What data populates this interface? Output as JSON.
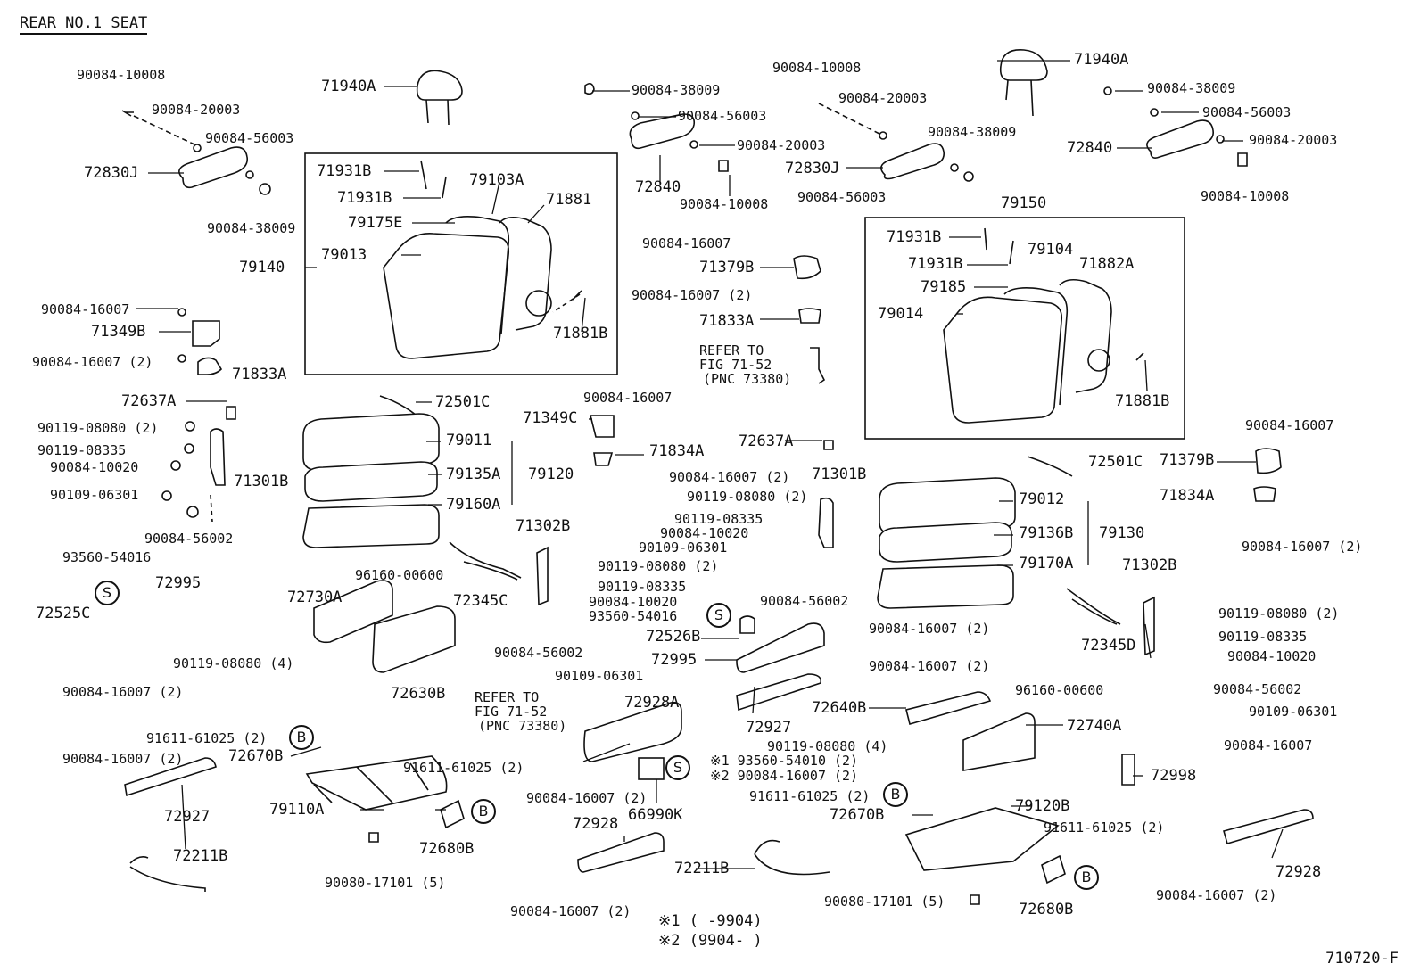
{
  "title": "REAR NO.1 SEAT",
  "figure_id": "710720-F",
  "notes": [
    "※1 (     -9904)",
    "※2 (9904-     )"
  ],
  "labels": {
    "p90084_10008_a": "90084-10008",
    "p90084_20003_a": "90084-20003",
    "p90084_56003_a": "90084-56003",
    "p72830J_a": "72830J",
    "p90084_38009_a": "90084-38009",
    "p71940A_a": "71940A",
    "p71931B_a1": "71931B",
    "p71931B_a2": "71931B",
    "p79103A": "79103A",
    "p71881": "71881",
    "p79175E": "79175E",
    "p79013": "79013",
    "p79140": "79140",
    "p71881B_a": "71881B",
    "p90084_38009_b": "90084-38009",
    "p90084_56003_b": "90084-56003",
    "p90084_20003_b": "90084-20003",
    "p72840_a": "72840",
    "p90084_10008_b": "90084-10008",
    "p90084_16007_a": "90084-16007",
    "p71379B_a": "71379B",
    "p90084_16007_2a": "90084-16007 (2)",
    "p71833A_a": "71833A",
    "refer_a1": "REFER TO",
    "refer_a2": "FIG 71-52",
    "refer_a3": "(PNC 73380)",
    "p90084_10008_c": "90084-10008",
    "p90084_20003_c": "90084-20003",
    "p90084_38009_c": "90084-38009",
    "p72830J_b": "72830J",
    "p90084_56003_c": "90084-56003",
    "p71940A_b": "71940A",
    "p90084_38009_d": "90084-38009",
    "p90084_56003_d": "90084-56003",
    "p72840_b": "72840",
    "p90084_20003_d": "90084-20003",
    "p90084_10008_d": "90084-10008",
    "p79150": "79150",
    "p71931B_b1": "71931B",
    "p79104": "79104",
    "p71931B_b2": "71931B",
    "p71882A": "71882A",
    "p79185": "79185",
    "p79014": "79014",
    "p71881B_b": "71881B",
    "p90084_16007_b": "90084-16007",
    "p71349B": "71349B",
    "p90084_16007_2b": "90084-16007 (2)",
    "p71833A_b": "71833A",
    "p72637A_a": "72637A",
    "p90119_08080_2a": "90119-08080 (2)",
    "p90119_08335_a": "90119-08335",
    "p90084_10020_a": "90084-10020",
    "p90109_06301_a": "90109-06301",
    "p71301B_a": "71301B",
    "p90084_56002_a": "90084-56002",
    "p72501C_a": "72501C",
    "p79011": "79011",
    "p79135A": "79135A",
    "p79120": "79120",
    "p79160A": "79160A",
    "p90084_16007_c": "90084-16007",
    "p71349C": "71349C",
    "p71834A_a": "71834A",
    "p90084_16007_2c": "90084-16007 (2)",
    "p72637A_b": "72637A",
    "p71301B_b": "71301B",
    "p90119_08080_2b": "90119-08080 (2)",
    "p90119_08335_b": "90119-08335",
    "p90084_10020_b": "90084-10020",
    "p90109_06301_b": "90109-06301",
    "p90084_56002_b": "90084-56002",
    "p72501C_b": "72501C",
    "p90084_16007_d": "90084-16007",
    "p71379B_b": "71379B",
    "p71834A_b": "71834A",
    "p90084_16007_2d": "90084-16007 (2)",
    "p79012": "79012",
    "p79136B": "79136B",
    "p79130": "79130",
    "p79170A": "79170A",
    "p93560_54016_a": "93560-54016",
    "p72995_a": "72995",
    "p72525C": "72525C",
    "p90119_08080_4a": "90119-08080 (4)",
    "p90084_16007_2e": "90084-16007 (2)",
    "p96160_00600_a": "96160-00600",
    "p72730A": "72730A",
    "p72630B": "72630B",
    "p71302B_a": "71302B",
    "p72345C": "72345C",
    "p90119_08080_2c": "90119-08080 (2)",
    "p90119_08335_c": "90119-08335",
    "p90084_10020_c": "90084-10020",
    "p93560_54016_b": "93560-54016",
    "p90084_56002_c": "90084-56002",
    "p90109_06301_c": "90109-06301",
    "p72526B": "72526B",
    "p72995_b": "72995",
    "p90084_16007_2f": "90084-16007 (2)",
    "p90084_16007_2g": "90084-16007 (2)",
    "p72927_a": "72927",
    "p71302B_b": "71302B",
    "p72345D": "72345D",
    "p90119_08080_2d": "90119-08080 (2)",
    "p90119_08335_d": "90119-08335",
    "p90084_10020_d": "90084-10020",
    "p90084_56002_d": "90084-56002",
    "p90109_06301_d": "90109-06301",
    "p96160_00600_b": "96160-00600",
    "p72640B": "72640B",
    "p72740A": "72740A",
    "p90119_08080_4b": "90119-08080 (4)",
    "refer_b1": "REFER TO",
    "refer_b2": "FIG 71-52",
    "refer_b3": "(PNC 73380)",
    "p72928A": "72928A",
    "p91611_61025_2a": "91611-61025 (2)",
    "p72670B_a": "72670B",
    "p90084_16007_2h": "90084-16007 (2)",
    "p72927_b": "72927",
    "p79110A": "79110A",
    "p91611_61025_2b": "91611-61025 (2)",
    "p72680B_a": "72680B",
    "p90080_17101_5a": "90080-17101 (5)",
    "p72211B_a": "72211B",
    "p90084_16007_2i": "90084-16007 (2)",
    "p66990K": "66990K",
    "note_s1": "※1 93560-54010 (2)",
    "note_s2": "※2 90084-16007 (2)",
    "p72928_a": "72928",
    "p90084_16007_2j": "90084-16007 (2)",
    "p72211B_b": "72211B",
    "p90084_16007_e": "90084-16007",
    "p72998": "72998",
    "p91611_61025_2c": "91611-61025 (2)",
    "p72670B_b": "72670B",
    "p79120B": "79120B",
    "p91611_61025_2d": "91611-61025 (2)",
    "p90080_17101_5b": "90080-17101 (5)",
    "p72680B_b": "72680B",
    "p72928_b": "72928",
    "p90084_16007_2k": "90084-16007 (2)"
  },
  "markers": {
    "s1": "S",
    "s2": "S",
    "s3": "S",
    "b1": "B",
    "b2": "B",
    "b3": "B",
    "b4": "B"
  }
}
